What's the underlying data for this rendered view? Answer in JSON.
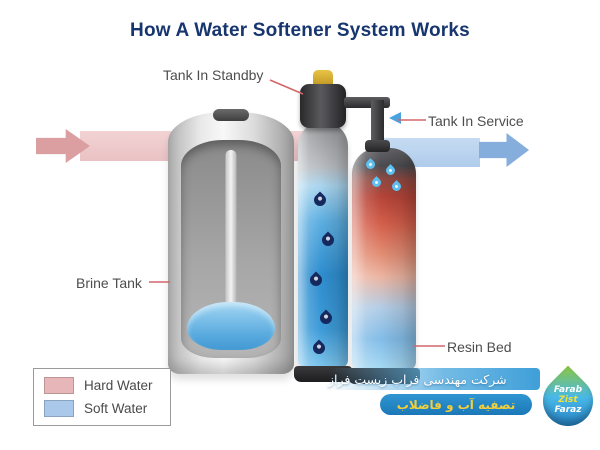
{
  "title": "How A Water Softener System Works",
  "labels": {
    "tank_in_standby": "Tank In Standby",
    "tank_in_service": "Tank In Service",
    "brine_tank": "Brine Tank",
    "resin_bed": "Resin Bed"
  },
  "legend": {
    "items": [
      {
        "label": "Hard Water",
        "color": "#e7b6b8"
      },
      {
        "label": "Soft Water",
        "color": "#a9c8ea"
      }
    ]
  },
  "watermark": {
    "company_line": "شرکت مهندسی فراب زیست فراز",
    "tagline": "تصفیه آب و فاضلاب",
    "logo_lines": [
      "Farab",
      "Zist",
      "Faraz"
    ]
  },
  "colors": {
    "title_text": "#17356e",
    "hard_water_arrow": "#db9fa2",
    "hard_water_band": "#efcdce",
    "soft_water_arrow": "#85aedd",
    "soft_water_band": "#bad3ee",
    "leader_line": "#d4666a"
  }
}
